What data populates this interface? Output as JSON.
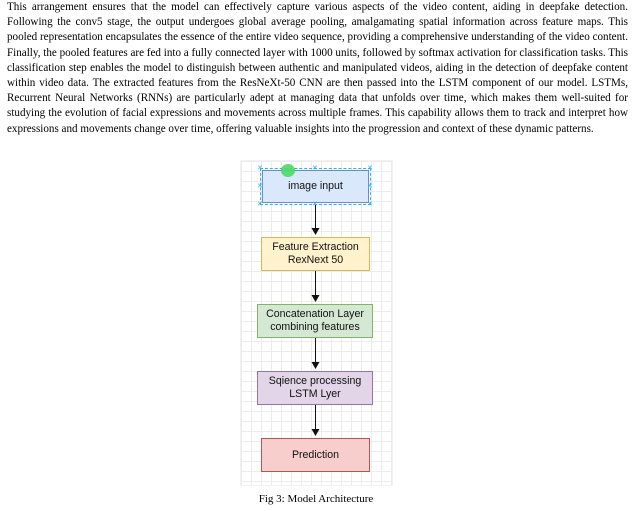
{
  "paragraph": "This arrangement ensures that the model can effectively capture various aspects of the video content, aiding in deepfake detection. Following the conv5 stage, the output undergoes global average pooling, amalgamating spatial information across feature maps. This pooled representation encapsulates the essence of the entire video sequence, providing a comprehensive understanding of the video content. Finally, the pooled features are fed into a fully connected layer with 1000 units, followed by softmax activation for classification tasks. This classification step enables the model to distinguish between authentic and manipulated videos, aiding in the detection of deepfake content within video data. The extracted features from the ResNeXt-50 CNN are then passed into the LSTM component of our model. LSTMs, Recurrent Neural Networks (RNNs) are particularly adept at managing data that unfolds over time, which makes them well-suited for studying the evolution of facial expressions and movements across multiple frames. This capability allows them to track and interpret how expressions and movements change over time, offering valuable insights into the progression and context of these dynamic patterns.",
  "diagram": {
    "nodes": [
      {
        "line1": "image input",
        "line2": "",
        "fill": "#dae8fc"
      },
      {
        "line1": "Feature Extraction",
        "line2": "RexNext 50",
        "fill": "#fff2cc"
      },
      {
        "line1": "Concatenation Layer",
        "line2": "combining features",
        "fill": "#d5e8d4"
      },
      {
        "line1": "Sqience processing",
        "line2": "LSTM Lyer",
        "fill": "#e1d5e7"
      },
      {
        "line1": "Prediction",
        "line2": "",
        "fill": "#f8cecc"
      }
    ]
  },
  "caption": "Fig 3: Model Architecture"
}
